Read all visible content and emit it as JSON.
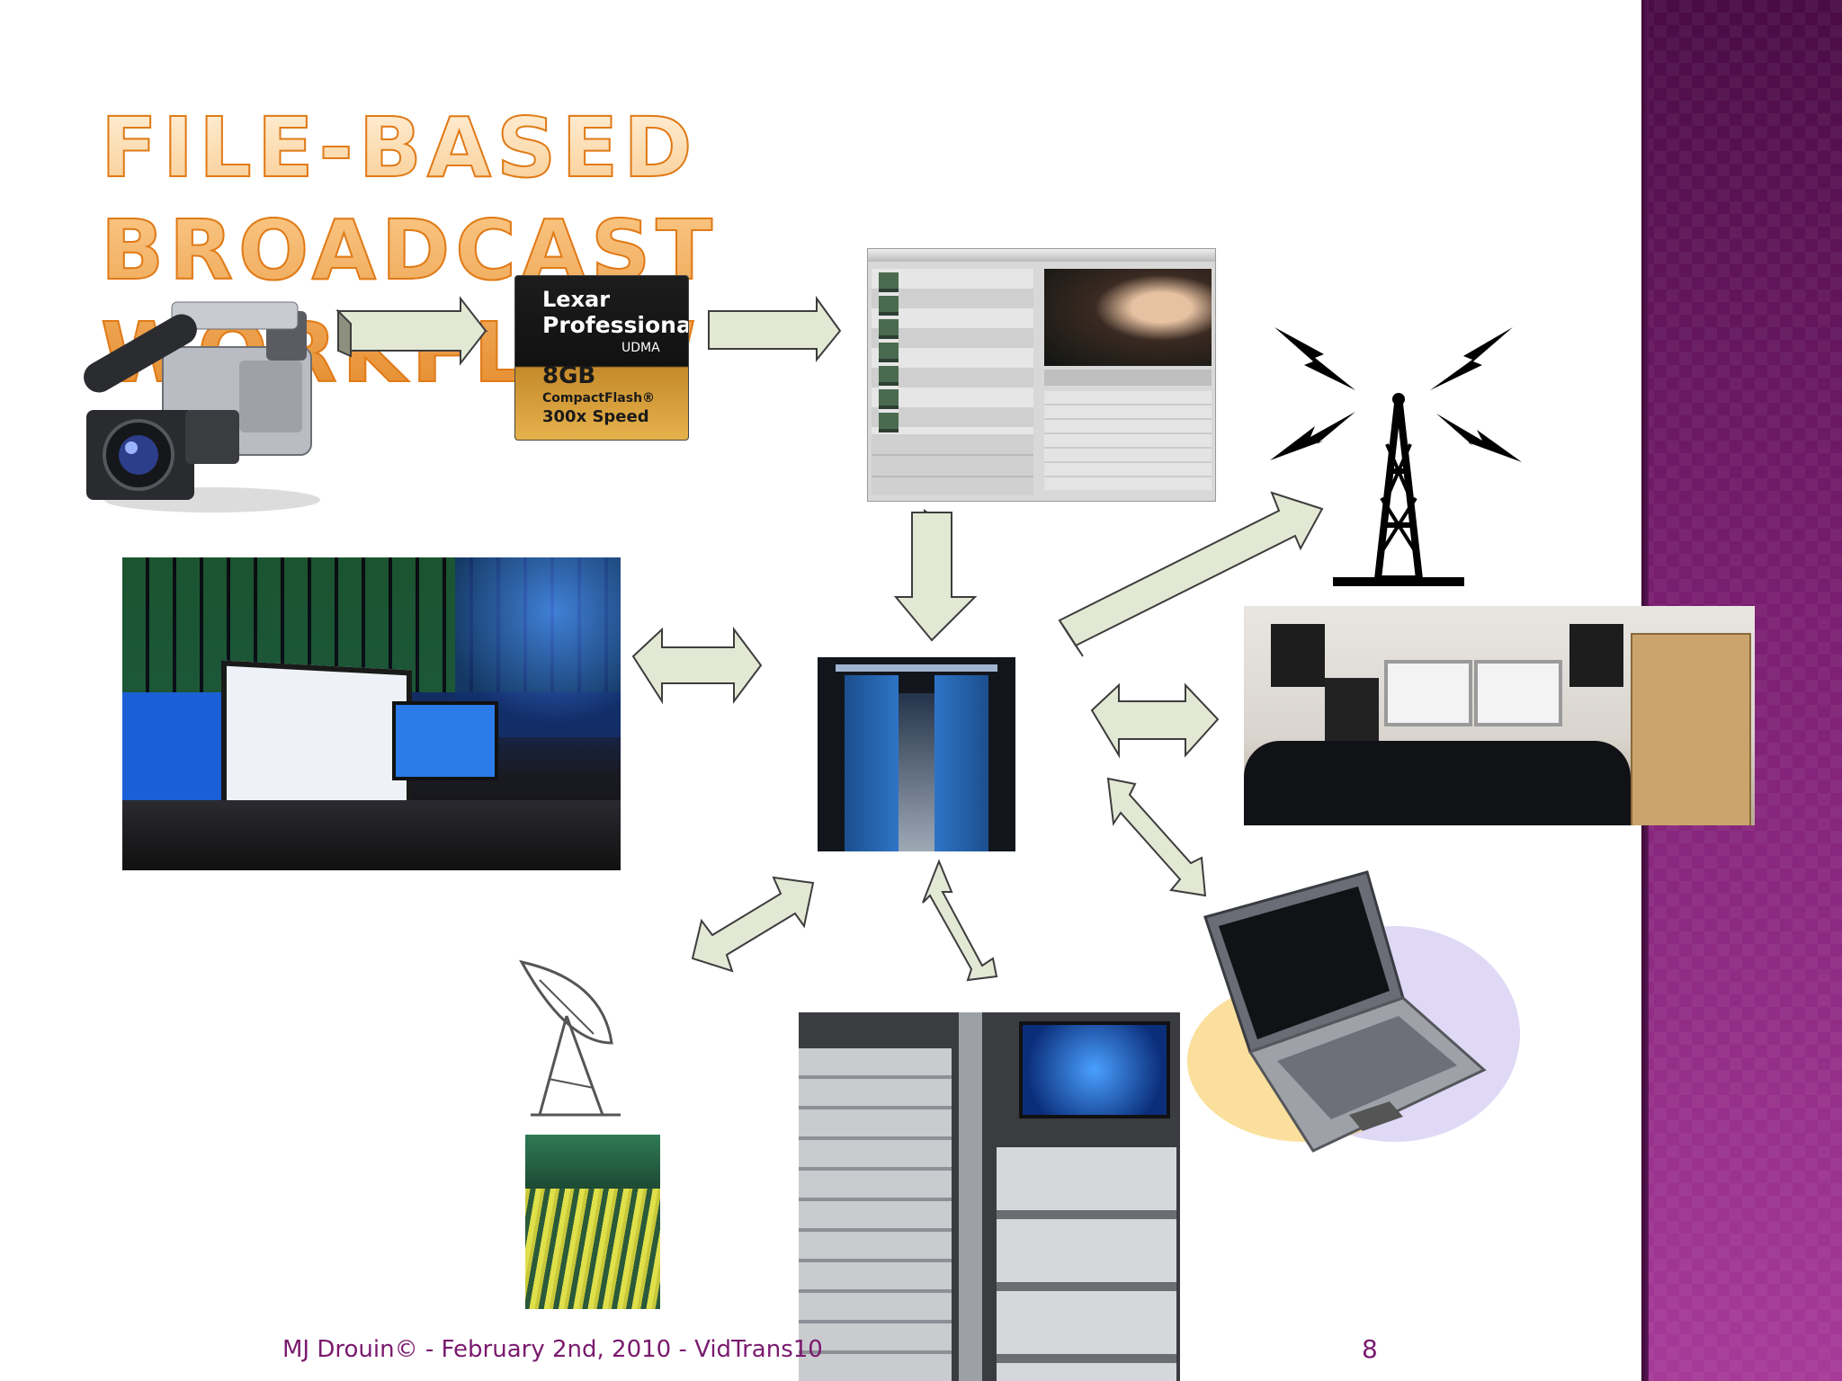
{
  "slide": {
    "title": "File-Based Broadcast Workflow",
    "footer_left": "MJ Drouin© - February 2nd, 2010 - VidTrans10",
    "page_number": "8"
  },
  "memory_card": {
    "brand": "Lexar",
    "line1": "Professional",
    "line2": "UDMA",
    "capacity": "8GB",
    "type": "CompactFlash®",
    "speed": "300x Speed"
  },
  "icons": [
    "camcorder-icon",
    "broadcast-tower-icon",
    "satellite-dish-icon"
  ],
  "colors": {
    "title_gradient_top": "#fff2dc",
    "title_gradient_bottom": "#e58a2b",
    "footer_text": "#7a1a6e",
    "sidebar_top": "#4a0c45",
    "sidebar_bottom": "#a63a98",
    "arrow_fill": "#e2e8d4"
  }
}
